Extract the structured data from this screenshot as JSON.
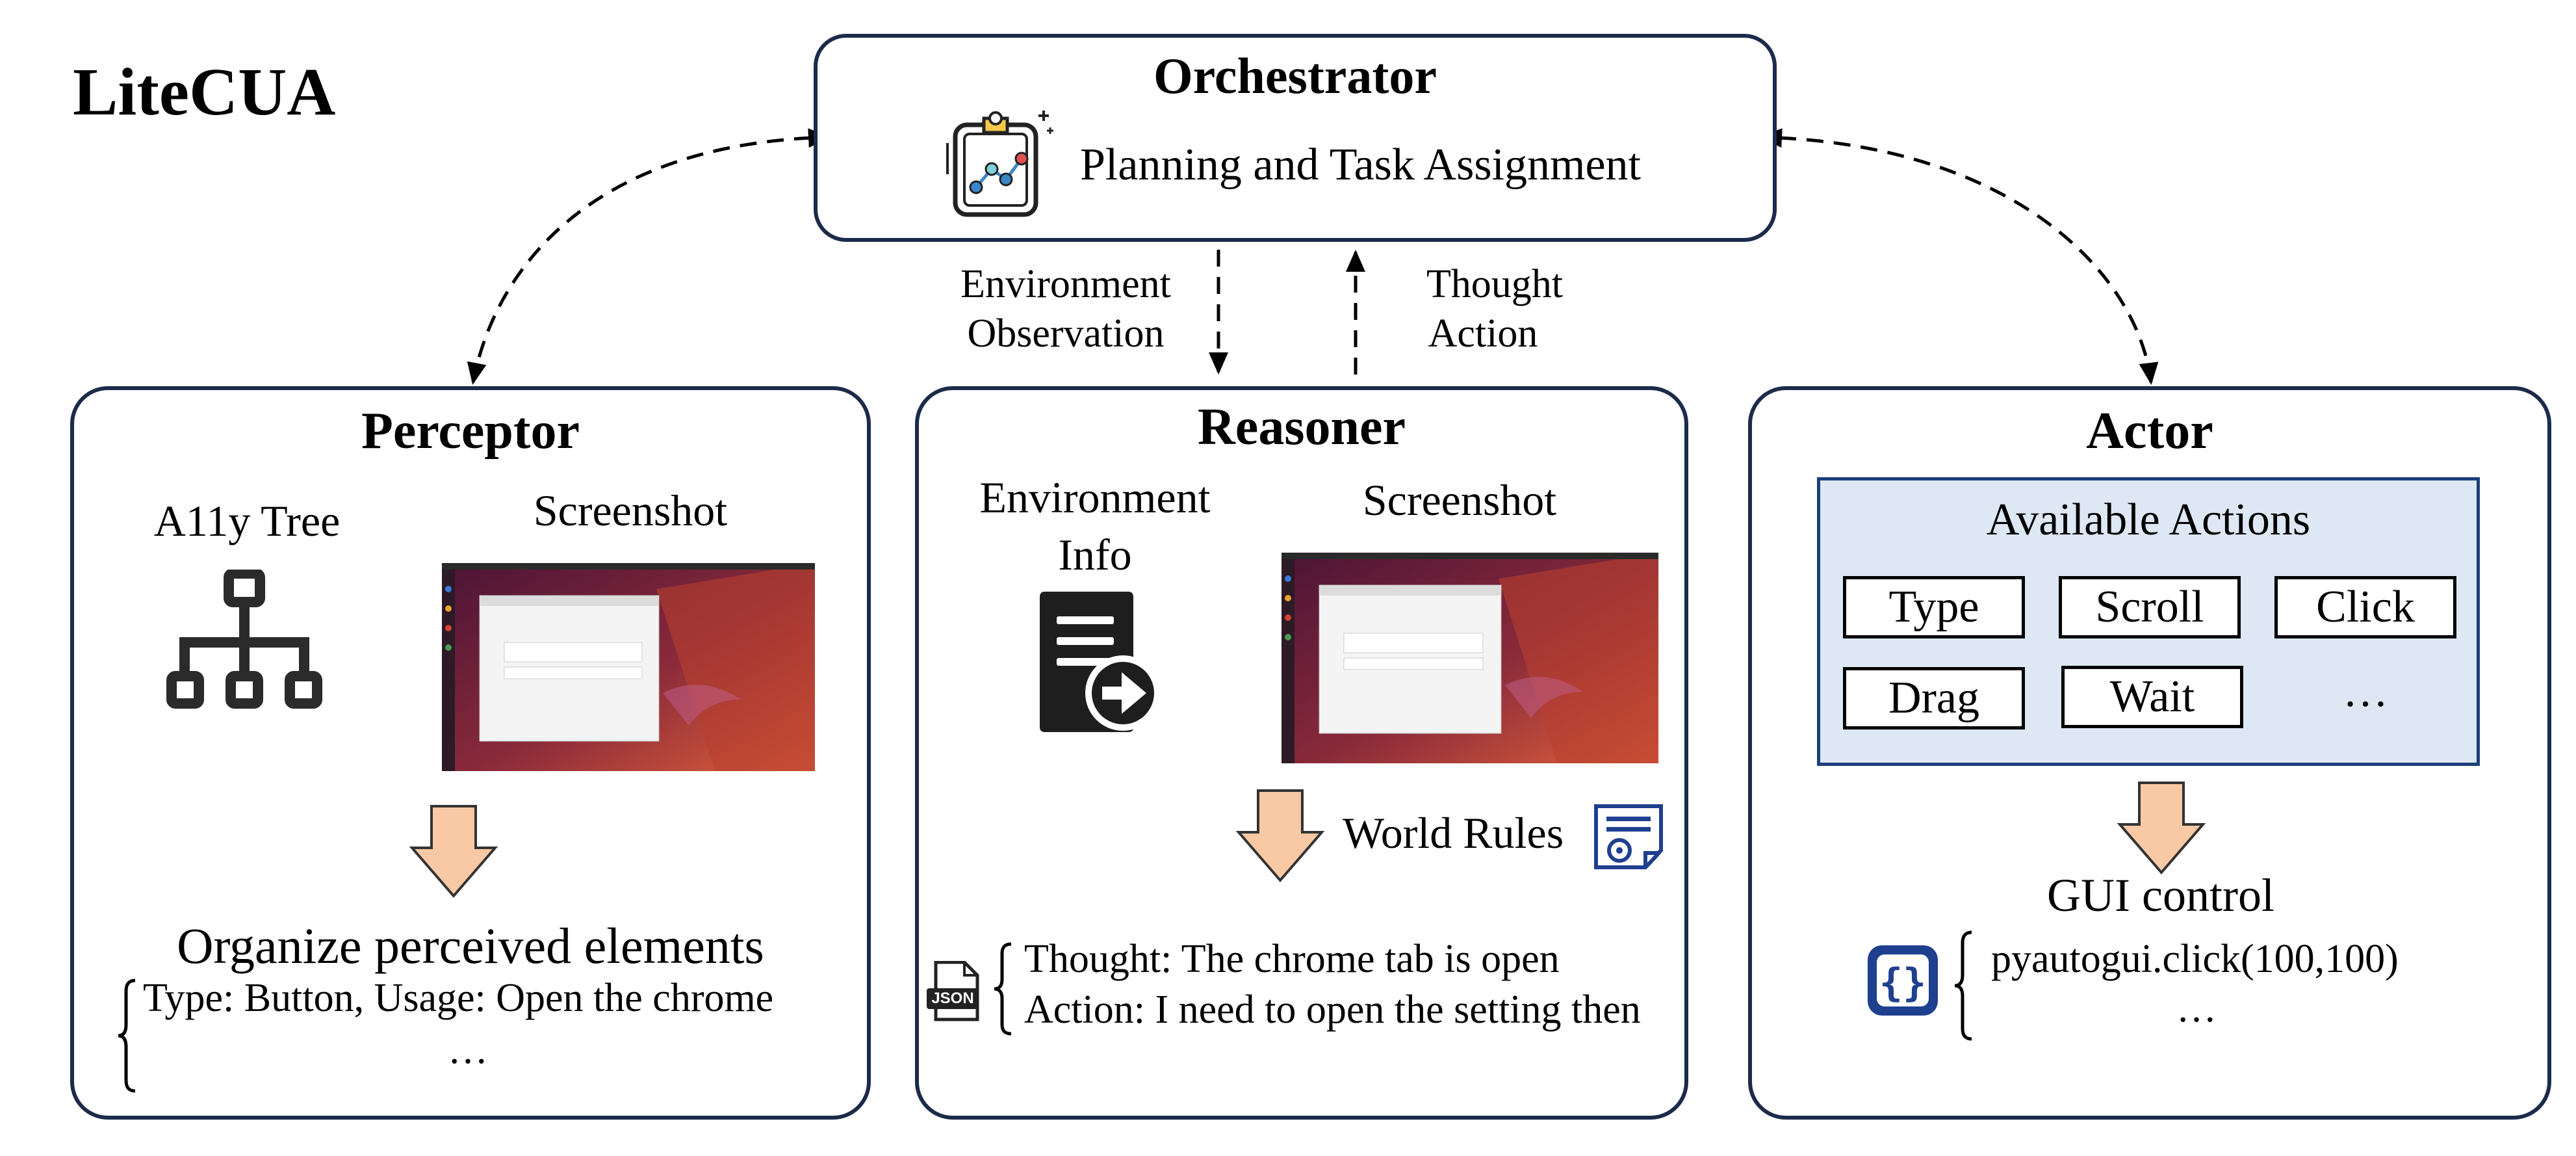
{
  "brand": "LiteCUA",
  "orchestrator": {
    "title": "Orchestrator",
    "subtitle": "Planning and Task Assignment",
    "icon": "planning-board-icon"
  },
  "flows": {
    "down_label_line1": "Environment",
    "down_label_line2": "Observation",
    "up_label_line1": "Thought",
    "up_label_line2": "Action"
  },
  "perceptor": {
    "title": "Perceptor",
    "tree_label": "A11y Tree",
    "tree_icon": "hierarchy-tree-icon",
    "screenshot_label": "Screenshot",
    "output_title": "Organize perceived elements",
    "output_line1": "Type: Button, Usage: Open the chrome",
    "output_line2": "…"
  },
  "reasoner": {
    "title": "Reasoner",
    "env_label_line1": "Environment",
    "env_label_line2": "Info",
    "env_icon": "document-export-icon",
    "screenshot_label": "Screenshot",
    "world_rules": "World Rules",
    "world_rules_icon": "certificate-icon",
    "json_icon": "json-file-icon",
    "json_badge": "JSON",
    "output_line1": "Thought: The chrome tab is open",
    "output_line2": "Action: I need to open the setting then"
  },
  "actor": {
    "title": "Actor",
    "panel_title": "Available Actions",
    "actions": [
      "Type",
      "Scroll",
      "Click",
      "Drag",
      "Wait"
    ],
    "more": "…",
    "output_title": "GUI control",
    "code_icon": "code-braces-icon",
    "output_line1": "pyautogui.click(100,100)",
    "output_line2": "…"
  },
  "colors": {
    "border": "#1c2b4a",
    "arrow_fill": "#f8c9a4",
    "panel_fill": "#dde8f4",
    "panel_border": "#1c3f7a",
    "icon_blue": "#1f3f8f"
  }
}
